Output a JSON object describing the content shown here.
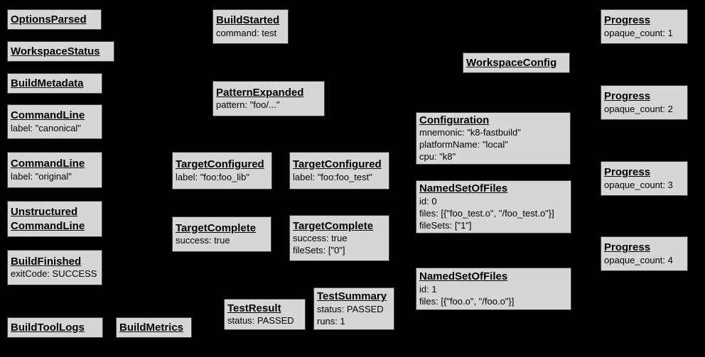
{
  "diagram": {
    "kind": "build-event-graph",
    "colors": {
      "background": "#000000",
      "node_fill": "#d6d6d6",
      "node_border": "#444444",
      "text": "#000000"
    }
  },
  "nodes": [
    {
      "title": "OptionsParsed",
      "lines": []
    },
    {
      "title": "WorkspaceStatus",
      "lines": []
    },
    {
      "title": "BuildMetadata",
      "lines": []
    },
    {
      "title": "CommandLine",
      "lines": [
        "label: \"canonical\""
      ]
    },
    {
      "title": "CommandLine",
      "lines": [
        "label: \"original\""
      ]
    },
    {
      "title": "Unstructured\nCommandLine",
      "lines": []
    },
    {
      "title": "BuildFinished",
      "lines": [
        "exitCode: SUCCESS"
      ]
    },
    {
      "title": "BuildToolLogs",
      "lines": []
    },
    {
      "title": "BuildMetrics",
      "lines": []
    },
    {
      "title": "BuildStarted",
      "lines": [
        "command: test"
      ]
    },
    {
      "title": "PatternExpanded",
      "lines": [
        "pattern: \"foo/...\""
      ]
    },
    {
      "title": "TargetConfigured",
      "lines": [
        "label: \"foo:foo_lib\""
      ]
    },
    {
      "title": "TargetConfigured",
      "lines": [
        "label: \"foo:foo_test\""
      ]
    },
    {
      "title": "TargetComplete",
      "lines": [
        "success: true"
      ]
    },
    {
      "title": "TargetComplete",
      "lines": [
        "success: true",
        "fileSets: [\"0\"]"
      ]
    },
    {
      "title": "TestResult",
      "lines": [
        "status: PASSED"
      ]
    },
    {
      "title": "TestSummary",
      "lines": [
        "status: PASSED",
        "runs: 1"
      ]
    },
    {
      "title": "WorkspaceConfig",
      "lines": []
    },
    {
      "title": "Configuration",
      "lines": [
        "mnemonic: \"k8-fastbuild\"",
        "platformName: \"local\"",
        "cpu: \"k8\""
      ]
    },
    {
      "title": "NamedSetOfFiles",
      "lines": [
        "id: 0",
        "files: [{\"foo_test.o\", \"/foo_test.o\"}]",
        "fileSets: [\"1\"]"
      ]
    },
    {
      "title": "NamedSetOfFiles",
      "lines": [
        "id: 1",
        "files: [{\"foo.o\", \"/foo.o\"}]"
      ]
    },
    {
      "title": "Progress",
      "lines": [
        "opaque_count: 1"
      ]
    },
    {
      "title": "Progress",
      "lines": [
        "opaque_count: 2"
      ]
    },
    {
      "title": "Progress",
      "lines": [
        "opaque_count: 3"
      ]
    },
    {
      "title": "Progress",
      "lines": [
        "opaque_count: 4"
      ]
    }
  ]
}
